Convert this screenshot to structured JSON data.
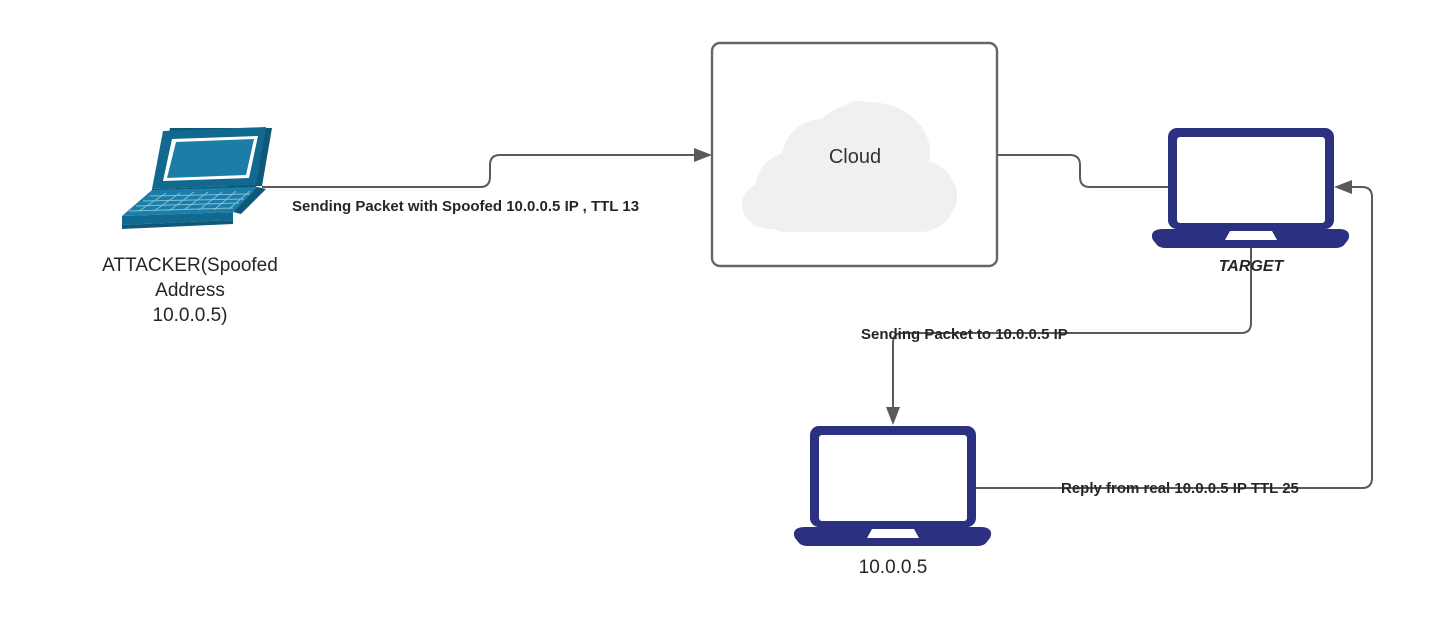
{
  "diagram": {
    "title": "IP Spoofing TTL Reflection Diagram",
    "background_color": "#ffffff",
    "line_color": "#5A5A5A",
    "navy_color": "#2B3180",
    "teal_color": "#12698F",
    "cloud_fill": "#F0F0F0"
  },
  "nodes": {
    "attacker": {
      "icon": "laptop-3d-icon",
      "label_line1": "ATTACKER(Spoofed",
      "label_line2": "Address",
      "label_line3": "10.0.0.5)"
    },
    "cloud": {
      "icon": "cloud-icon",
      "label": "Cloud"
    },
    "target": {
      "icon": "laptop-icon",
      "label": "TARGET"
    },
    "victim": {
      "icon": "laptop-icon",
      "label": "10.0.0.5"
    }
  },
  "edges": [
    {
      "id": "attacker-to-cloud",
      "label": "Sending Packet with Spoofed 10.0.0.5 IP , TTL 13",
      "arrow": "end"
    },
    {
      "id": "cloud-to-target",
      "label": "",
      "arrow": "none"
    },
    {
      "id": "target-to-victim",
      "label": "Sending Packet to 10.0.0.5 IP",
      "arrow": "end"
    },
    {
      "id": "victim-to-target",
      "label": "Reply from real 10.0.0.5 IP TTL 25",
      "arrow": "end"
    }
  ]
}
